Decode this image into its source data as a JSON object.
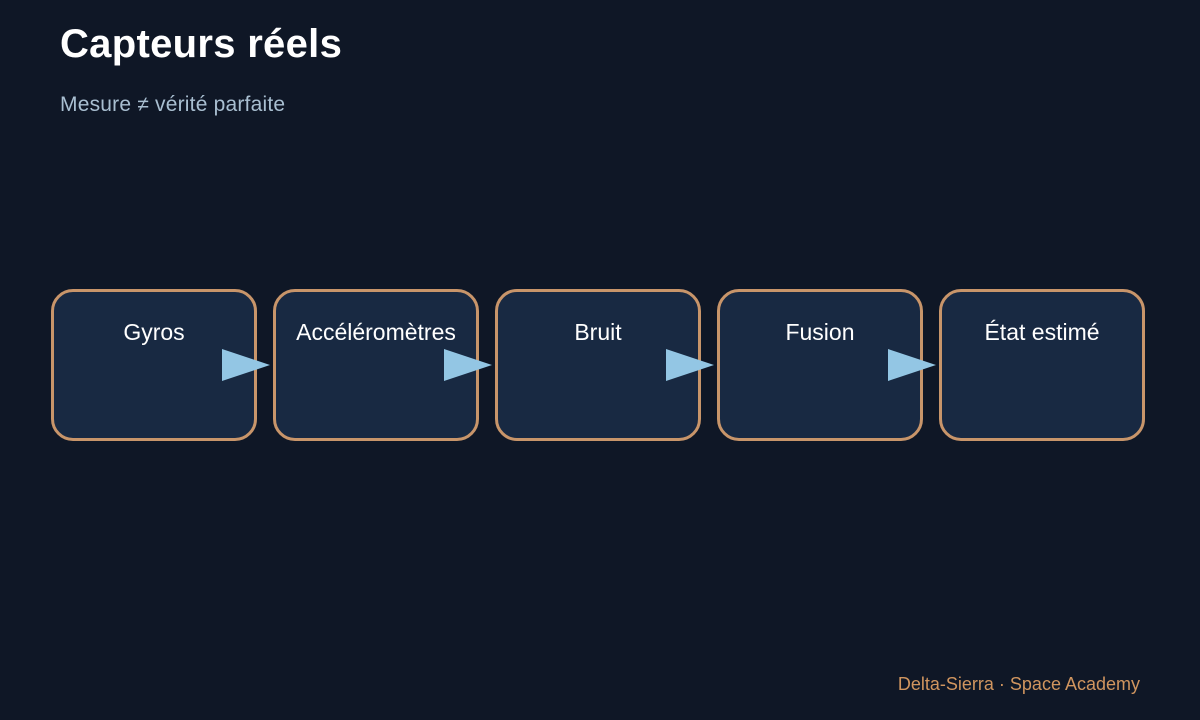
{
  "slide": {
    "title": "Capteurs réels",
    "subtitle": "Mesure ≠ vérité parfaite"
  },
  "flow": {
    "steps": [
      {
        "label": "Gyros"
      },
      {
        "label": "Accéléromètres"
      },
      {
        "label": "Bruit"
      },
      {
        "label": "Fusion"
      },
      {
        "label": "État estimé"
      }
    ],
    "arrow_icon": "right-triangle-arrow",
    "colors": {
      "background": "#0f1726",
      "box_fill": "#182942",
      "box_border": "#c8956a",
      "arrow": "#93c6e4",
      "subtitle": "#a9bfd1",
      "footer": "#d0955f"
    }
  },
  "footer": {
    "text": "Delta-Sierra · Space Academy"
  }
}
